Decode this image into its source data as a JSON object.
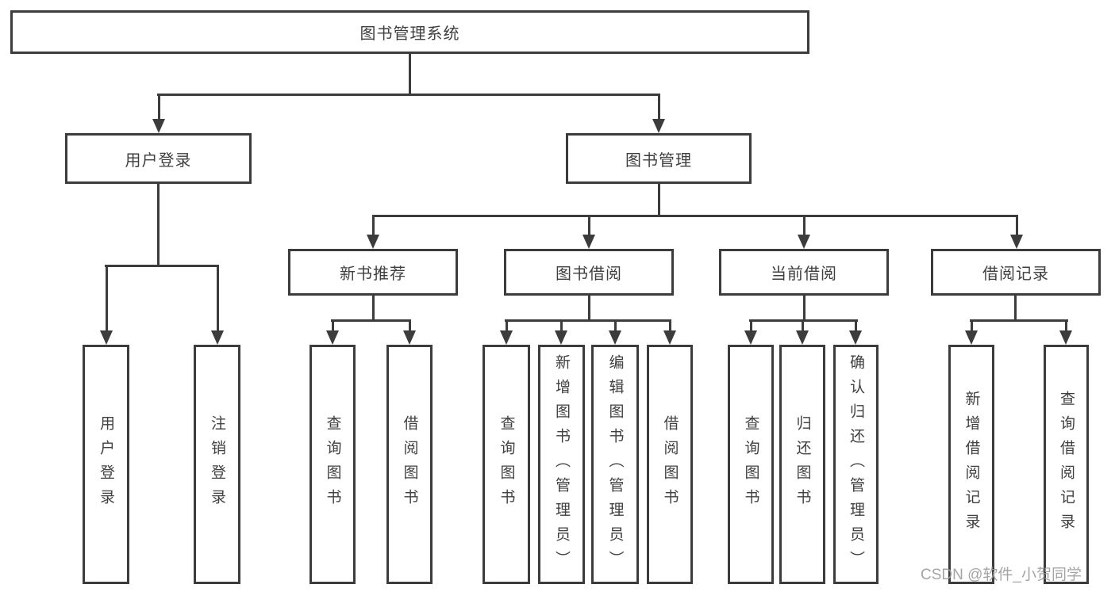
{
  "diagram": {
    "root": "图书管理系统",
    "level2": [
      {
        "label": "用户登录",
        "children": [
          "用户登录",
          "注销登录"
        ]
      },
      {
        "label": "图书管理",
        "children": [
          {
            "label": "新书推荐",
            "children": [
              "查询图书",
              "借阅图书"
            ]
          },
          {
            "label": "图书借阅",
            "children": [
              "查询图书",
              "新增图书（管理员）",
              "编辑图书（管理员）",
              "借阅图书"
            ]
          },
          {
            "label": "当前借阅",
            "children": [
              "查询图书",
              "归还图书",
              "确认归还（管理员）"
            ]
          },
          {
            "label": "借阅记录",
            "children": [
              "新增借阅记录",
              "查询借阅记录"
            ]
          }
        ]
      }
    ]
  },
  "watermark": "CSDN @软件_小贺同学",
  "colors": {
    "stroke": "#3c3c3c",
    "text": "#3f3f3f",
    "watermark": "#9b9b9b",
    "background": "#ffffff"
  }
}
